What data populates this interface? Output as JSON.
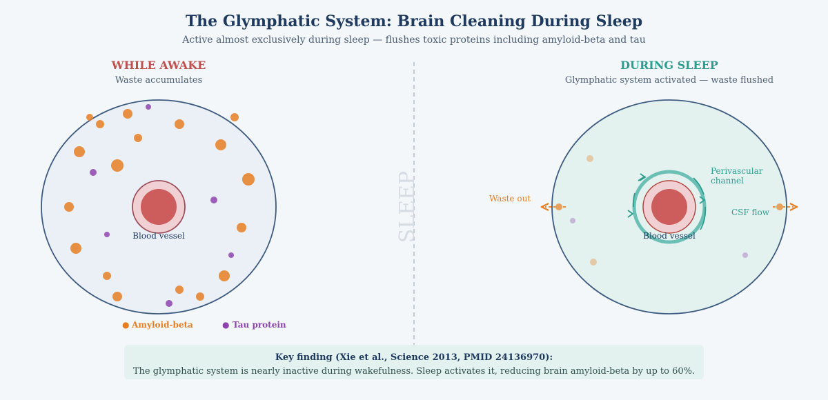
{
  "title": "The Glymphatic System: Brain Cleaning During Sleep",
  "subtitle": "Active almost exclusively during sleep — flushes toxic proteins including amyloid-beta and tau",
  "center_label": "SLEEP",
  "awake": {
    "heading": "WHILE AWAKE",
    "subheading": "Waste accumulates",
    "vessel_label": "Blood vessel",
    "legend": [
      {
        "marker": "●",
        "label": "Amyloid-beta"
      },
      {
        "marker": "●",
        "label": "Tau protein"
      }
    ]
  },
  "sleep": {
    "heading": "DURING SLEEP",
    "subheading": "Glymphatic system activated — waste flushed",
    "vessel_label": "Blood vessel",
    "channel_label_line1": "Perivascular",
    "channel_label_line2": "channel",
    "waste_label": "Waste out",
    "csf_label": "CSF flow"
  },
  "finding": {
    "heading": "Key finding (Xie et al., Science 2013, PMID 24136970):",
    "body": "The glymphatic system is nearly inactive during wakefulness. Sleep activates it, reducing brain amyloid-beta by up to 60%."
  },
  "colors": {
    "title": "#1e3a5f",
    "subtitle": "#4b5e73",
    "awake_accent": "#c0504d",
    "sleep_accent": "#2a9d8f",
    "amyloid": "#e67e22",
    "tau": "#8e44ad",
    "vessel": "#cd5c5c",
    "brain_outline": "#3d5a80"
  }
}
